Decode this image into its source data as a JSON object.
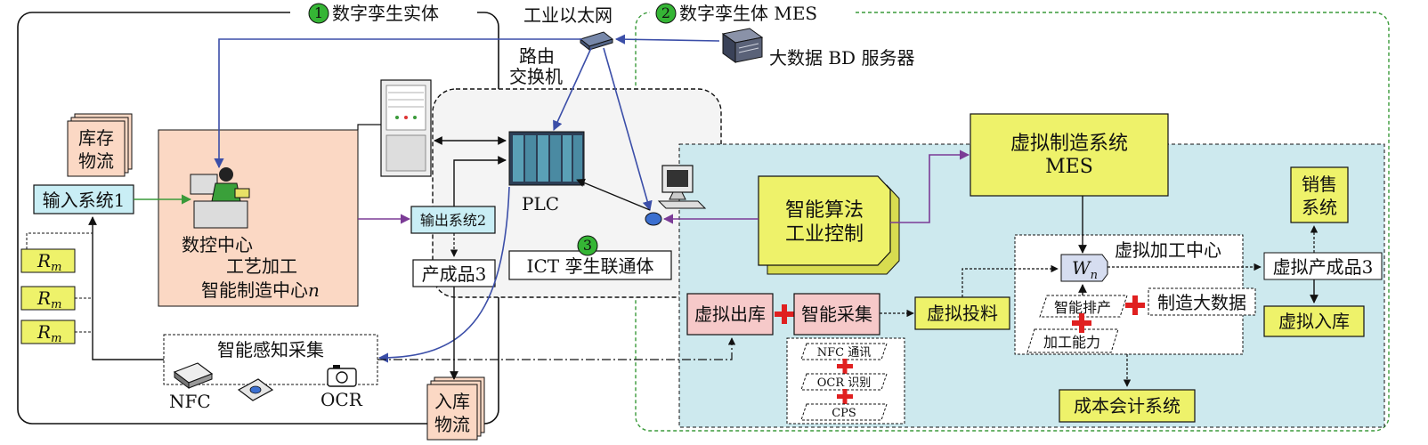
{
  "regions": {
    "physical_entity": "数字孪生实体",
    "digital_twin_mes": "数字孪生体 MES",
    "ict_twin": "ICT 孪生联通体"
  },
  "badges": {
    "one": "1",
    "two": "2",
    "three": "3"
  },
  "network": {
    "industrial_ethernet": "工业以太网",
    "router_line1": "路由",
    "router_line2": "交换机",
    "bigdata_server": "大数据 BD 服务器",
    "plc": "PLC"
  },
  "physical": {
    "inventory_line1": "库存",
    "inventory_line2": "物流",
    "input_system": "输入系统1",
    "cnc_center": "数控中心",
    "process_line1": "工艺加工",
    "process_line2": "智能制造中心",
    "process_n": "n",
    "output_system": "输出系统2",
    "product": "产成品3",
    "rm_main": "R",
    "rm_sub": "m",
    "sensing": "智能感知采集",
    "nfc": "NFC",
    "ocr": "OCR",
    "warehouse_line1": "入库",
    "warehouse_line2": "物流"
  },
  "virtual": {
    "mes_line1": "虚拟制造系统",
    "mes_line2": "MES",
    "algo_line1": "智能算法",
    "algo_line2": "工业控制",
    "sales_line1": "销售",
    "sales_line2": "系统",
    "virtual_center": "虚拟加工中心",
    "wn_main": "W",
    "wn_sub": "n",
    "smart_schedule": "智能排产",
    "mfg_bigdata": "制造大数据",
    "capacity": "加工能力",
    "virtual_product": "虚拟产成品3",
    "virtual_warehousing": "虚拟入库",
    "virtual_outbound": "虚拟出库",
    "smart_collect": "智能采集",
    "virtual_feed": "虚拟投料",
    "nfc_comm": "NFC 通讯",
    "ocr_recog": "OCR 识别",
    "cps": "CPS",
    "cost_system": "成本会计系统"
  },
  "colors": {
    "blue_arrow": "#3b4ea8",
    "purple_arrow": "#7b3b96",
    "green_arrow": "#3a9a3a",
    "badge_green": "#35b535",
    "red_plus": "#e02020",
    "teal_bg": "#cde9ee",
    "yellow_block": "#eef26a",
    "pink_block": "#f6c9c9",
    "salmon_block": "#fbd8c4",
    "cyan_block": "#c9eef5"
  }
}
